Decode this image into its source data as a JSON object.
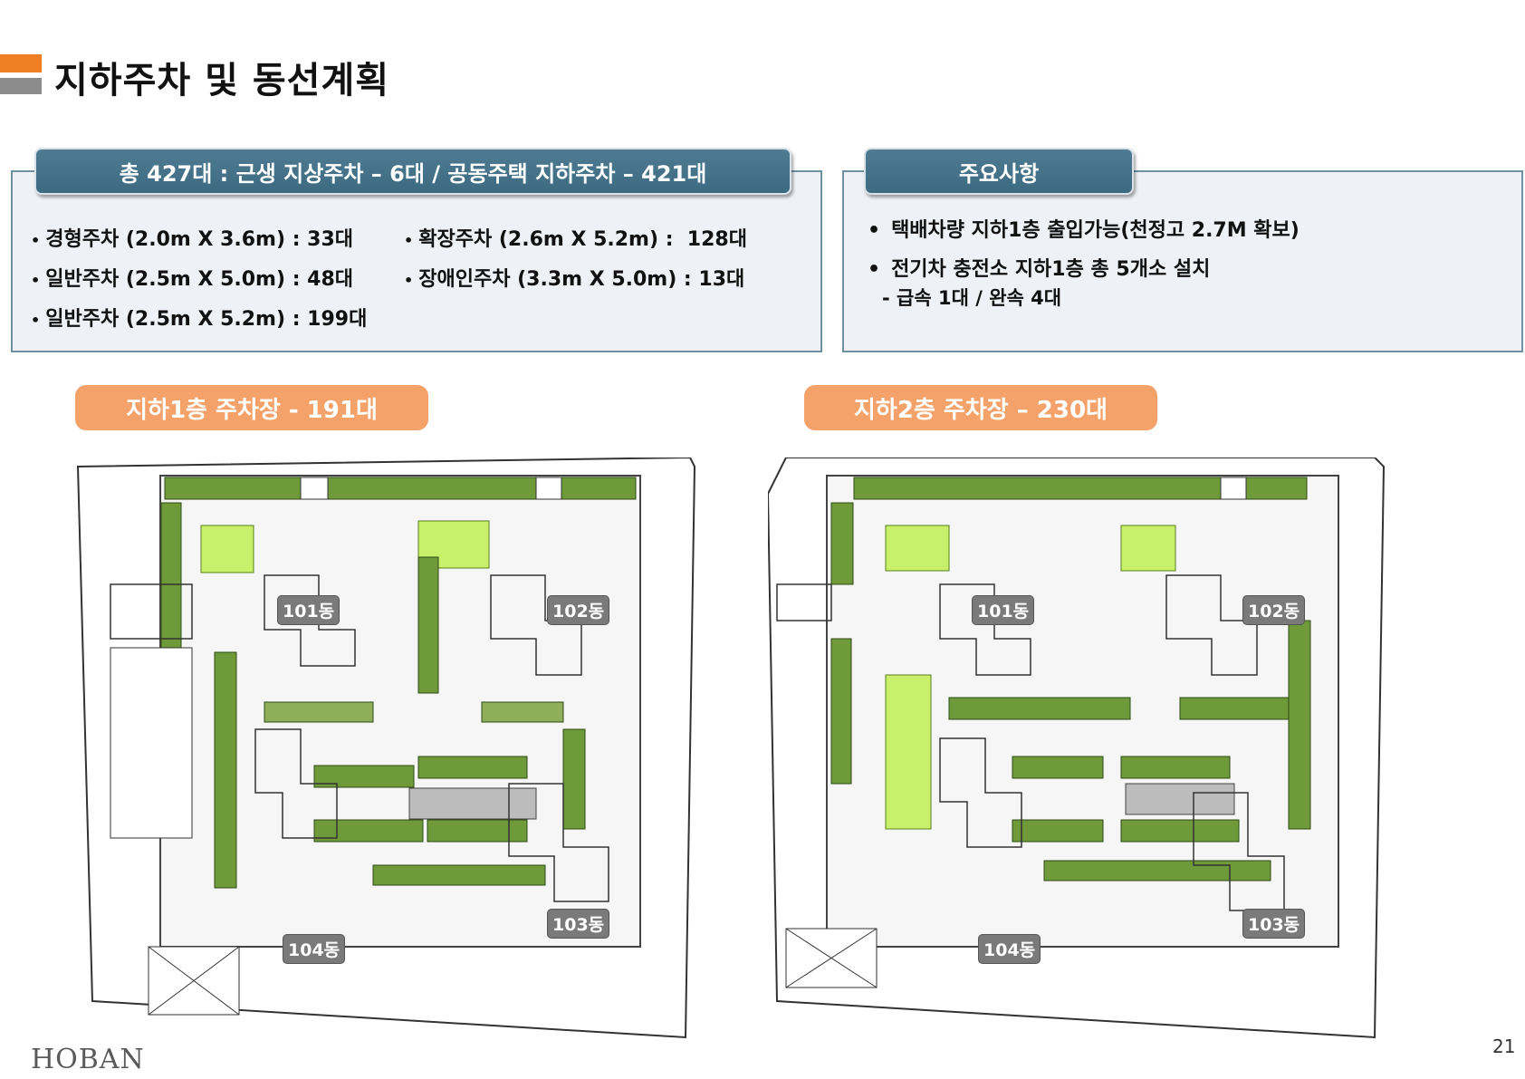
{
  "title": "지하주차 및 동선계획",
  "summary": {
    "header": "총 427대 : 근생 지상주차 – 6대 / 공동주택 지하주차 – 421대",
    "specs_left": [
      "경형주차 (2.0m X 3.6m) : 33대",
      "일반주차 (2.5m X 5.0m) : 48대",
      "일반주차 (2.5m X 5.2m) : 199대"
    ],
    "specs_right": [
      "확장주차 (2.6m X 5.2m) :  128대",
      "장애인주차 (3.3m X 5.0m) : 13대"
    ]
  },
  "key_points": {
    "header": "주요사항",
    "items": [
      "택배차량 지하1층 출입가능(천정고 2.7M 확보)",
      "전기차 충전소 지하1층 총 5개소 설치"
    ],
    "sub_item": "- 급속 1대 / 완속 4대"
  },
  "floors": {
    "b1": {
      "label": "지하1층 주차장 - 191대",
      "buildings": [
        "101동",
        "102동",
        "103동",
        "104동"
      ]
    },
    "b2": {
      "label": "지하2층 주차장 – 230대",
      "buildings": [
        "101동",
        "102동",
        "103동",
        "104동"
      ]
    }
  },
  "footer": {
    "logo": "HOBAN",
    "page_number": "21"
  },
  "colors": {
    "accent_orange": "#ef7f22",
    "header_teal": "#3c6a80",
    "floor_label": "#f4a26a",
    "parking_green": "#6f9a3a",
    "parking_lime": "#c8f06a"
  }
}
